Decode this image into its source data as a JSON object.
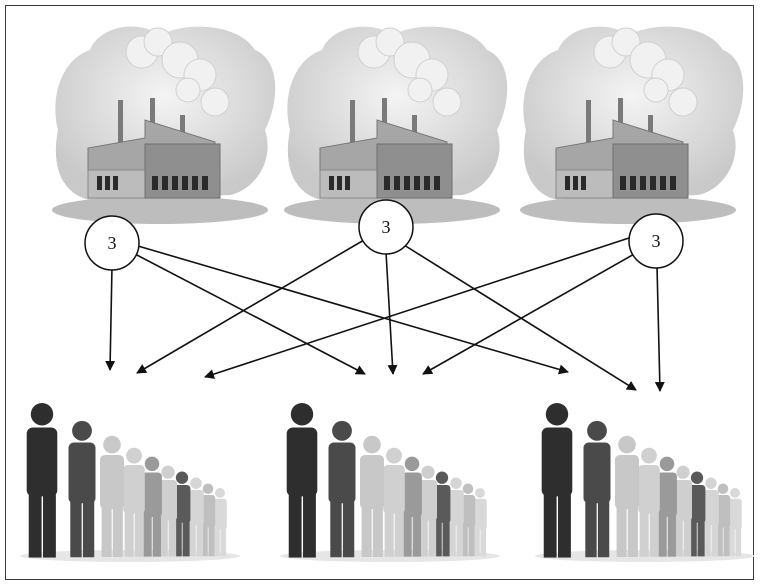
{
  "factories": [
    {
      "id": "factory-left",
      "capacity": "3"
    },
    {
      "id": "factory-center",
      "capacity": "3"
    },
    {
      "id": "factory-right",
      "capacity": "3"
    }
  ],
  "crowds": [
    {
      "id": "crowd-left"
    },
    {
      "id": "crowd-center"
    },
    {
      "id": "crowd-right"
    }
  ],
  "colors": {
    "line": "#111111",
    "cloud": "#d6d6d6",
    "building": "#9a9a9a",
    "person_dark": "#3a3a3a",
    "person_light": "#c8c8c8"
  }
}
